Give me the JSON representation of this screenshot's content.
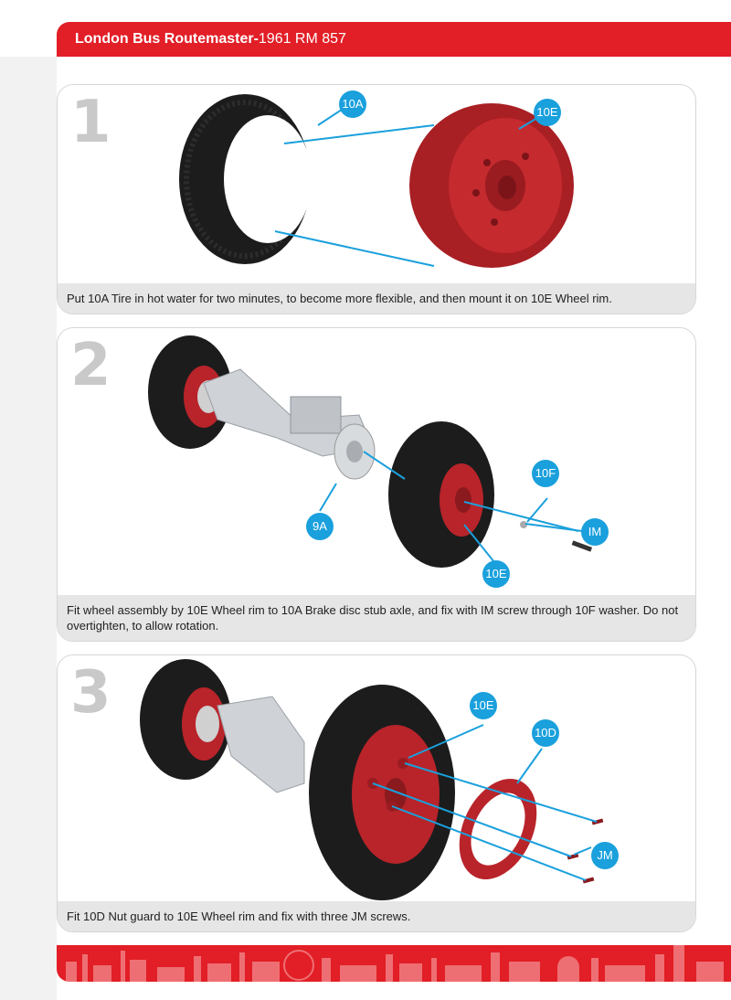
{
  "header": {
    "model_bold": "London Bus Routemaster-",
    "model_rest": "1961 RM 857"
  },
  "steps": [
    {
      "number": "1",
      "caption": "Put 10A Tire in hot water for two minutes, to become more flexible, and then mount it on 10E Wheel rim.",
      "tags": [
        "10A",
        "10E"
      ]
    },
    {
      "number": "2",
      "caption": "Fit wheel assembly by 10E Wheel rim to 10A Brake disc stub axle, and fix with IM screw through 10F washer. Do not overtighten, to allow rotation.",
      "tags": [
        "10F",
        "IM",
        "9A",
        "10E"
      ]
    },
    {
      "number": "3",
      "caption": "Fit 10D Nut guard to 10E Wheel rim and fix with three JM screws.",
      "tags": [
        "10E",
        "10D",
        "JM"
      ]
    }
  ],
  "colors": {
    "brand_red": "#e21e26",
    "tag_blue": "#1aa0dc",
    "tire_black": "#1c1c1c",
    "rim_red": "#b8242a"
  }
}
